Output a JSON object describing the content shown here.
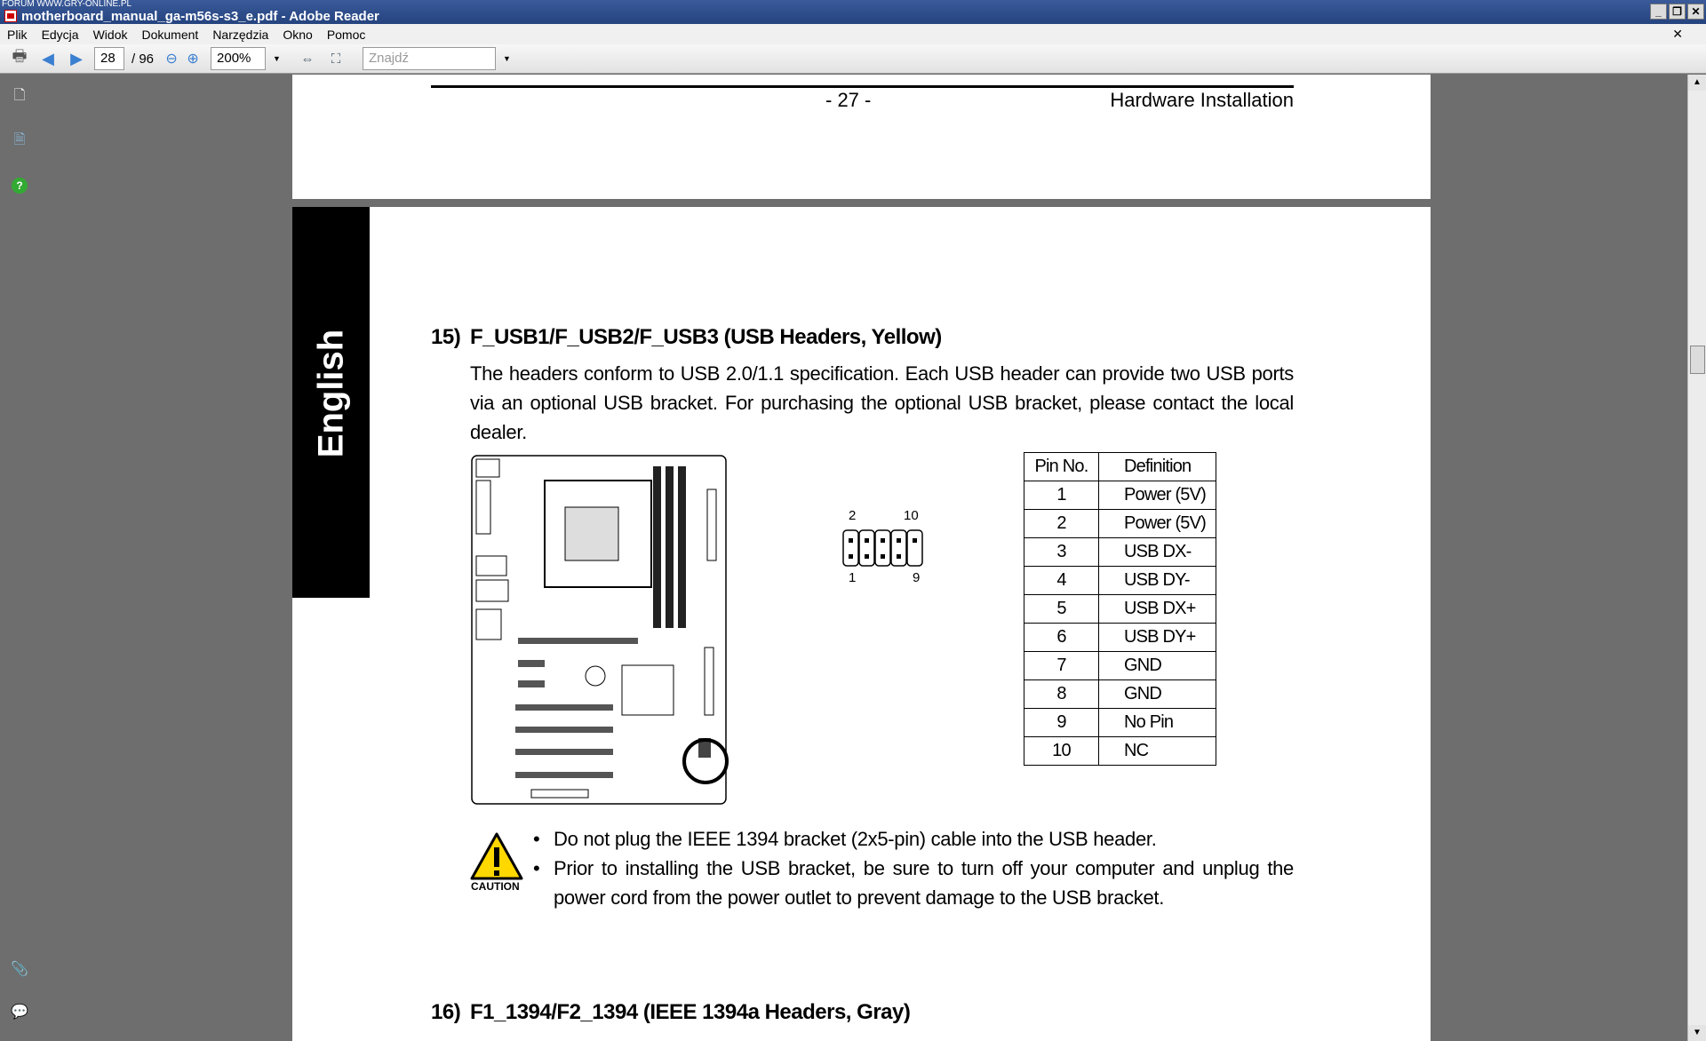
{
  "window": {
    "title": "motherboard_manual_ga-m56s-s3_e.pdf - Adobe Reader",
    "watermark": "FORUM WWW.GRY-ONLINE.PL"
  },
  "menu": [
    "Plik",
    "Edycja",
    "Widok",
    "Dokument",
    "Narzędzia",
    "Okno",
    "Pomoc"
  ],
  "toolbar": {
    "page": "28",
    "total": "/ 96",
    "zoom": "200%",
    "find_placeholder": "Znajdź"
  },
  "page_header": {
    "number": "- 27 -",
    "title": "Hardware Installation"
  },
  "side_tab": "English",
  "section15": {
    "num": "15)",
    "title": "F_USB1/F_USB2/F_USB3 (USB Headers, Yellow)",
    "text": "The headers conform to USB 2.0/1.1 specification. Each USB header can provide two USB ports via an optional USB bracket. For purchasing the optional USB bracket, please contact the local dealer.",
    "pin_labels": {
      "top_left": "2",
      "top_right": "10",
      "bottom_left": "1",
      "bottom_right": "9"
    },
    "table": {
      "headers": [
        "Pin No.",
        "Definition"
      ],
      "rows": [
        [
          "1",
          "Power (5V)"
        ],
        [
          "2",
          "Power (5V)"
        ],
        [
          "3",
          "USB DX-"
        ],
        [
          "4",
          "USB DY-"
        ],
        [
          "5",
          "USB DX+"
        ],
        [
          "6",
          "USB DY+"
        ],
        [
          "7",
          "GND"
        ],
        [
          "8",
          "GND"
        ],
        [
          "9",
          "No Pin"
        ],
        [
          "10",
          "NC"
        ]
      ]
    },
    "caution_label": "CAUTION",
    "bullets": [
      "Do not plug the IEEE 1394 bracket (2x5-pin) cable into the USB header.",
      "Prior to installing the USB bracket, be sure to turn off your computer and unplug the power cord from the power outlet to prevent damage to the USB bracket."
    ]
  },
  "section16": {
    "num": "16)",
    "title": "F1_1394/F2_1394 (IEEE 1394a Headers, Gray)"
  }
}
